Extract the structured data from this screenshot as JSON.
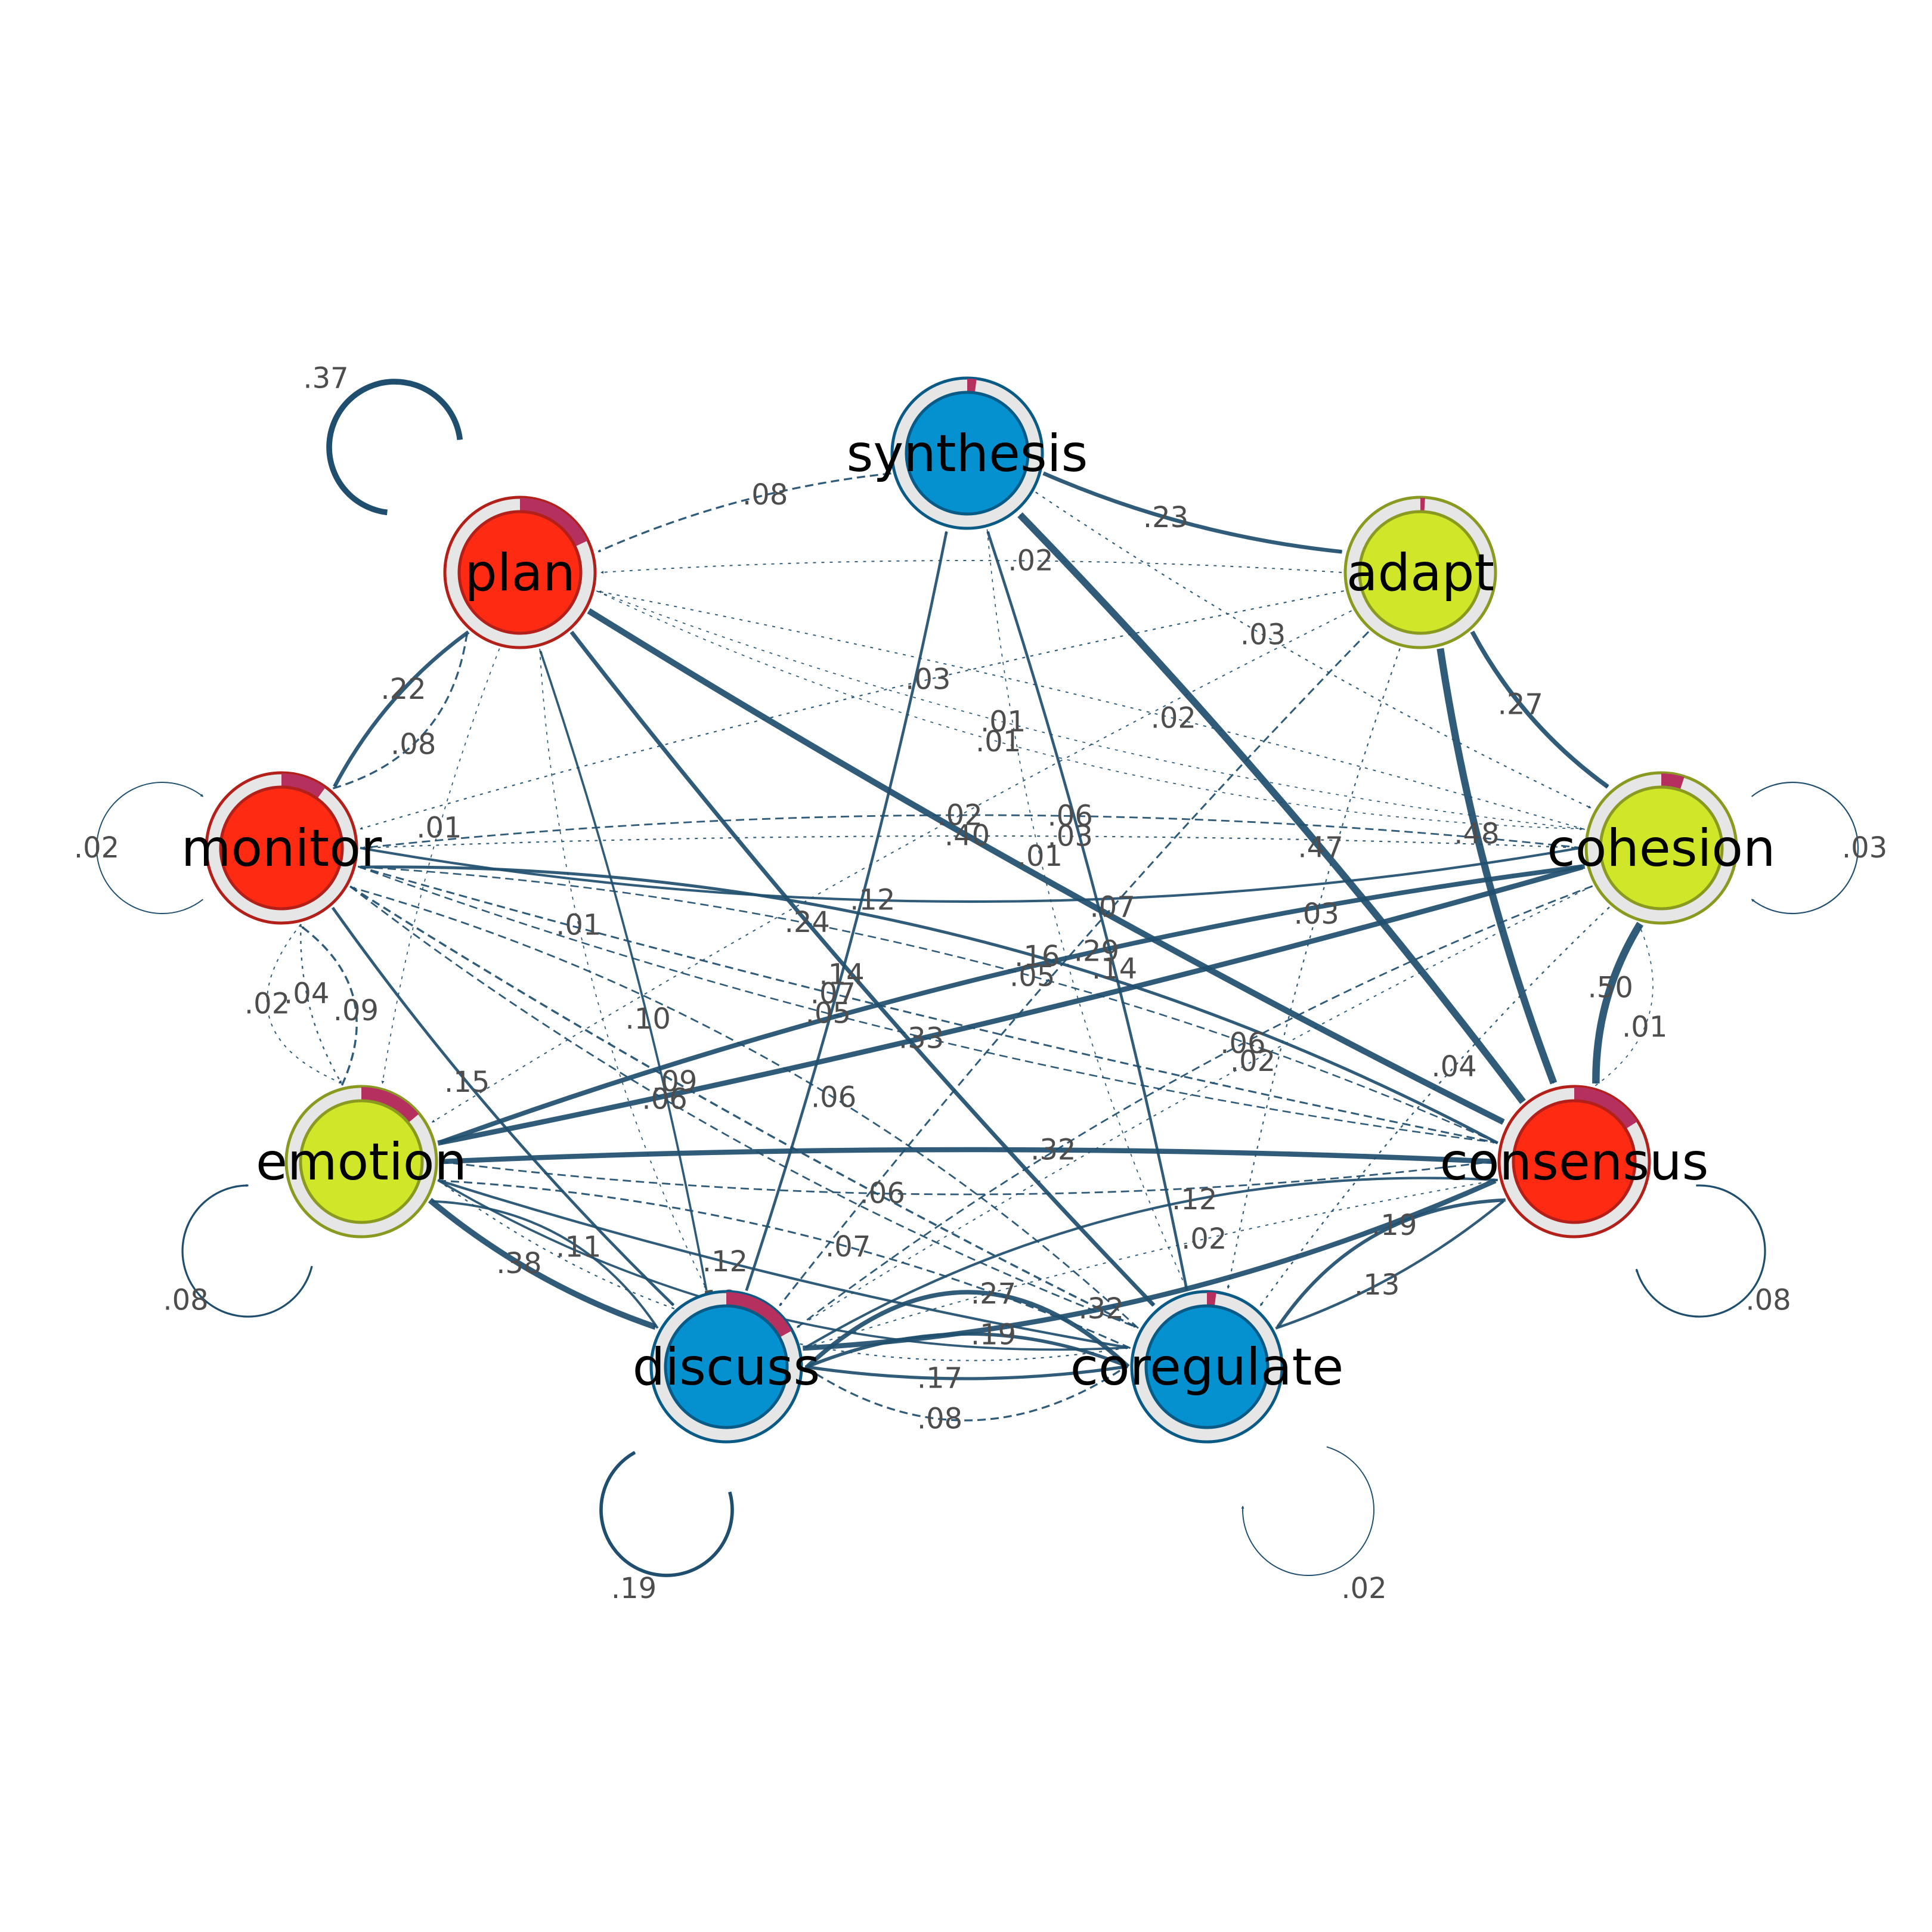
{
  "colors": {
    "edge": "#1f4e6e",
    "label": "#4d4d4d",
    "pie_highlight": "#b5305e",
    "ring_bg": "#e6e6e6",
    "red": "#ff2a12",
    "red_border": "#b3201a",
    "lime": "#d0e628",
    "lime_border": "#8a9a20",
    "blue": "#0590d0",
    "blue_border": "#0a5a86"
  },
  "nodes": [
    {
      "id": "synthesis",
      "label": "synthesis",
      "fill": "blue",
      "pie": 0.02
    },
    {
      "id": "adapt",
      "label": "adapt",
      "fill": "lime",
      "pie": 0.01
    },
    {
      "id": "cohesion",
      "label": "cohesion",
      "fill": "lime",
      "pie": 0.05
    },
    {
      "id": "consensus",
      "label": "consensus",
      "fill": "red",
      "pie": 0.16
    },
    {
      "id": "coregulate",
      "label": "coregulate",
      "fill": "blue",
      "pie": 0.02
    },
    {
      "id": "discuss",
      "label": "discuss",
      "fill": "blue",
      "pie": 0.17
    },
    {
      "id": "emotion",
      "label": "emotion",
      "fill": "lime",
      "pie": 0.14
    },
    {
      "id": "monitor",
      "label": "monitor",
      "fill": "red",
      "pie": 0.1
    },
    {
      "id": "plan",
      "label": "plan",
      "fill": "red",
      "pie": 0.18
    }
  ],
  "self_loops": [
    {
      "node": "plan",
      "label": ".37",
      "weight": 0.37
    },
    {
      "node": "monitor",
      "label": ".02",
      "weight": 0.02
    },
    {
      "node": "emotion",
      "label": ".08",
      "weight": 0.08
    },
    {
      "node": "discuss",
      "label": ".19",
      "weight": 0.19
    },
    {
      "node": "coregulate",
      "label": ".02",
      "weight": 0.02
    },
    {
      "node": "consensus",
      "label": ".08",
      "weight": 0.08
    },
    {
      "node": "cohesion",
      "label": ".03",
      "weight": 0.03
    }
  ],
  "edges": [
    {
      "from": "synthesis",
      "to": "plan",
      "label": ".08",
      "weight": 0.08
    },
    {
      "from": "synthesis",
      "to": "adapt",
      "label": ".23",
      "weight": 0.23
    },
    {
      "from": "adapt",
      "to": "plan",
      "label": ".02",
      "weight": 0.02
    },
    {
      "from": "cohesion",
      "to": "plan",
      "label": ".02",
      "weight": 0.02
    },
    {
      "from": "coregulate",
      "to": "synthesis",
      "label": ".14",
      "weight": 0.14
    },
    {
      "from": "adapt",
      "to": "cohesion",
      "label": ".27",
      "weight": 0.27
    },
    {
      "from": "plan",
      "to": "cohesion",
      "label": ".01",
      "weight": 0.01
    },
    {
      "from": "discuss",
      "to": "synthesis",
      "label": ".14",
      "weight": 0.14
    },
    {
      "from": "plan",
      "to": "monitor",
      "label": ".22",
      "weight": 0.22
    },
    {
      "from": "monitor",
      "to": "plan",
      "label": ".08",
      "weight": 0.08
    },
    {
      "from": "discuss",
      "to": "plan",
      "label": ".10",
      "weight": 0.1
    },
    {
      "from": "plan",
      "to": "emotion",
      "label": ".01",
      "weight": 0.01
    },
    {
      "from": "plan",
      "to": "consensus",
      "label": ".40",
      "weight": 0.4
    },
    {
      "from": "adapt",
      "to": "monitor",
      "label": ".03",
      "weight": 0.03
    },
    {
      "from": "synthesis",
      "to": "coregulate",
      "label": ".01",
      "weight": 0.01
    },
    {
      "from": "synthesis",
      "to": "cohesion",
      "label": ".03",
      "weight": 0.03
    },
    {
      "from": "adapt",
      "to": "consensus",
      "label": ".48",
      "weight": 0.48
    },
    {
      "from": "consensus",
      "to": "synthesis",
      "label": ".47",
      "weight": 0.47
    },
    {
      "from": "cohesion",
      "to": "monitor",
      "label": ".03",
      "weight": 0.03
    },
    {
      "from": "plan",
      "to": "coregulate",
      "label": ".24",
      "weight": 0.24
    },
    {
      "from": "plan",
      "to": "discuss",
      "label": ".01",
      "weight": 0.01
    },
    {
      "from": "adapt",
      "to": "emotion",
      "label": ".02",
      "weight": 0.02
    },
    {
      "from": "adapt",
      "to": "discuss",
      "label": ".07",
      "weight": 0.07
    },
    {
      "from": "adapt",
      "to": "coregulate",
      "label": ".03",
      "weight": 0.03
    },
    {
      "from": "cohesion",
      "to": "monitor",
      "label": ".06",
      "weight": 0.06
    },
    {
      "from": "emotion",
      "to": "cohesion",
      "label": ".33",
      "weight": 0.33
    },
    {
      "from": "monitor",
      "to": "emotion",
      "label": ".04",
      "weight": 0.04
    },
    {
      "from": "emotion",
      "to": "monitor",
      "label": ".09",
      "weight": 0.09
    },
    {
      "from": "monitor",
      "to": "consensus",
      "label": ".07",
      "weight": 0.07
    },
    {
      "from": "monitor",
      "to": "cohesion",
      "label": ".12",
      "weight": 0.12
    },
    {
      "from": "monitor",
      "to": "discuss",
      "label": ".15",
      "weight": 0.15
    },
    {
      "from": "monitor",
      "to": "emotion",
      "label": ".02",
      "weight": 0.02
    },
    {
      "from": "monitor",
      "to": "consensus",
      "label": ".05",
      "weight": 0.05
    },
    {
      "from": "monitor",
      "to": "coregulate",
      "label": ".09",
      "weight": 0.09
    },
    {
      "from": "cohesion",
      "to": "emotion",
      "label": ".29",
      "weight": 0.29
    },
    {
      "from": "consensus",
      "to": "monitor",
      "label": ".05",
      "weight": 0.05
    },
    {
      "from": "consensus",
      "to": "monitor",
      "label": ".16",
      "weight": 0.16
    },
    {
      "from": "cohesion",
      "to": "consensus",
      "label": ".50",
      "weight": 0.5
    },
    {
      "from": "consensus",
      "to": "cohesion",
      "label": ".01",
      "weight": 0.01
    },
    {
      "from": "cohesion",
      "to": "coregulate",
      "label": ".04",
      "weight": 0.04
    },
    {
      "from": "cohesion",
      "to": "discuss",
      "label": ".02",
      "weight": 0.02
    },
    {
      "from": "consensus",
      "to": "emotion",
      "label": ".32",
      "weight": 0.32
    },
    {
      "from": "emotion",
      "to": "consensus",
      "label": ".06",
      "weight": 0.06
    },
    {
      "from": "emotion",
      "to": "coregulate",
      "label": ".12",
      "weight": 0.12
    },
    {
      "from": "monitor",
      "to": "coregulate",
      "label": ".06",
      "weight": 0.06
    },
    {
      "from": "consensus",
      "to": "discuss",
      "label": ".02",
      "weight": 0.02
    },
    {
      "from": "coregulate",
      "to": "emotion",
      "label": ".07",
      "weight": 0.07
    },
    {
      "from": "cohesion",
      "to": "discuss",
      "label": ".06",
      "weight": 0.06
    },
    {
      "from": "coregulate",
      "to": "monitor",
      "label": ".06",
      "weight": 0.06
    },
    {
      "from": "emotion",
      "to": "discuss",
      "label": ".38",
      "weight": 0.38
    },
    {
      "from": "discuss",
      "to": "emotion",
      "label": ".11",
      "weight": 0.11
    },
    {
      "from": "emotion",
      "to": "coregulate",
      "label": ".10",
      "weight": 0.1
    },
    {
      "from": "discuss",
      "to": "coregulate",
      "label": ".17",
      "weight": 0.17
    },
    {
      "from": "discuss",
      "to": "consensus",
      "label": ".32",
      "weight": 0.32
    },
    {
      "from": "consensus",
      "to": "discuss",
      "label": ".12",
      "weight": 0.12
    },
    {
      "from": "coregulate",
      "to": "consensus",
      "label": ".13",
      "weight": 0.13
    },
    {
      "from": "consensus",
      "to": "coregulate",
      "label": ".19",
      "weight": 0.19
    },
    {
      "from": "coregulate",
      "to": "discuss",
      "label": ".19",
      "weight": 0.19
    },
    {
      "from": "discuss",
      "to": "coregulate",
      "label": ".08",
      "weight": 0.08
    },
    {
      "from": "coregulate",
      "to": "discuss",
      "label": ".27",
      "weight": 0.27
    },
    {
      "from": "emotion",
      "to": "coregulate",
      "label": ".03",
      "weight": 0.03
    },
    {
      "from": "plan",
      "to": "cohesion",
      "label": ".01",
      "weight": 0.01
    }
  ]
}
